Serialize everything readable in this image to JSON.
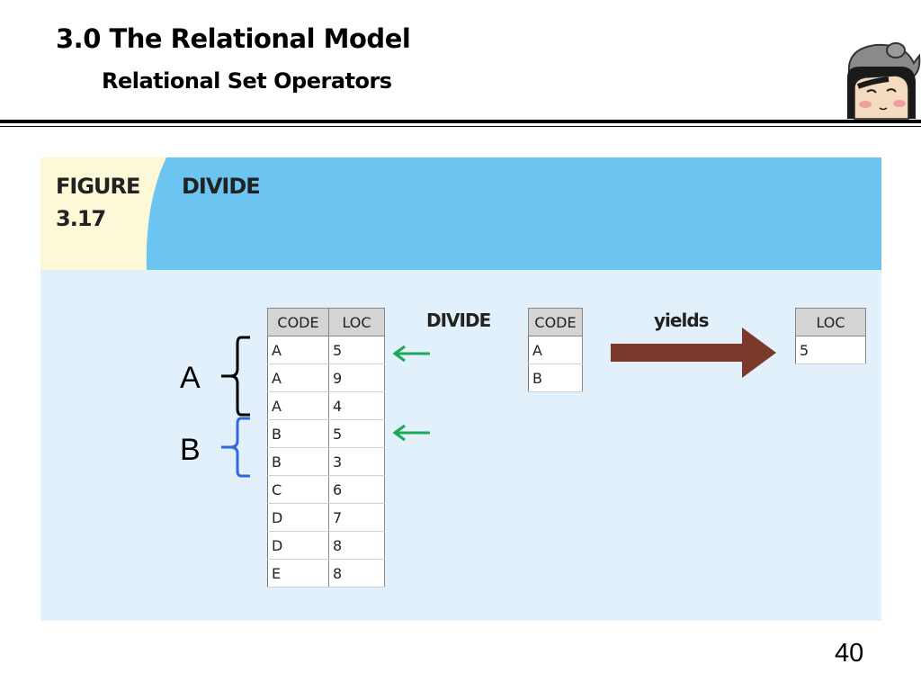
{
  "slide": {
    "title": "3.0 The Relational Model",
    "subtitle": "Relational Set Operators",
    "page_number": "40"
  },
  "figure": {
    "label_line1": "FIGURE",
    "label_line2": "3.17",
    "name": "DIVIDE",
    "operator_label": "DIVIDE",
    "result_label": "yields",
    "table1": {
      "headers": [
        "CODE",
        "LOC"
      ],
      "rows": [
        [
          "A",
          "5"
        ],
        [
          "A",
          "9"
        ],
        [
          "A",
          "4"
        ],
        [
          "B",
          "5"
        ],
        [
          "B",
          "3"
        ],
        [
          "C",
          "6"
        ],
        [
          "D",
          "7"
        ],
        [
          "D",
          "8"
        ],
        [
          "E",
          "8"
        ]
      ]
    },
    "table2": {
      "headers": [
        "CODE"
      ],
      "rows": [
        [
          "A"
        ],
        [
          "B"
        ]
      ]
    },
    "table3": {
      "headers": [
        "LOC"
      ],
      "rows": [
        [
          "5"
        ]
      ]
    }
  },
  "annotations": {
    "group_a": "A",
    "group_b": "B",
    "brace_a_color": "#000000",
    "brace_b_color": "#3366e0",
    "arrow_color": "#1aaa55"
  },
  "colors": {
    "header_band": "#6cc5f0",
    "figure_bg": "#e1f0fa",
    "figure_tab": "#fdf9d8",
    "big_arrow": "#7a3a2a"
  }
}
